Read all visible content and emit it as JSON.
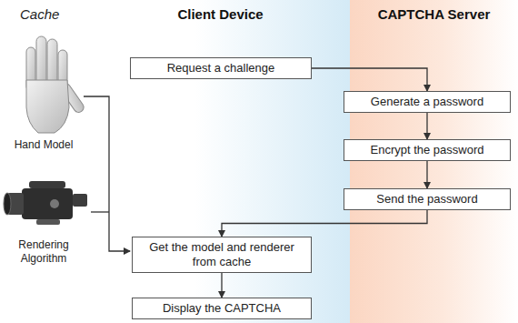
{
  "diagram": {
    "nodes": [
      {
        "text": [
          "Client Device"
        ]
      },
      {
        "text": [
          "CAPTCHA Server"
        ]
      },
      {
        "text": [
          "Request a challenge"
        ],
        "in": 0
      },
      {
        "text": [
          "Generate a password"
        ],
        "in": 1
      },
      {
        "text": [
          "Encrypt the password"
        ],
        "in": 1
      },
      {
        "text": [
          "Send the password"
        ],
        "in": 1
      },
      {
        "text": [
          "Get the model and renderer from cache"
        ],
        "in": 0
      },
      {
        "text": [
          "Display the CAPTCHA"
        ],
        "in": 0
      }
    ],
    "edges": [
      {
        "from": 2,
        "to": 3,
        "arrow": "to"
      },
      {
        "from": 3,
        "to": 4,
        "arrow": "to"
      },
      {
        "from": 4,
        "to": 5,
        "arrow": "to"
      },
      {
        "from": 5,
        "to": 6,
        "arrow": "to"
      },
      {
        "from": 6,
        "to": 7,
        "arrow": "to"
      }
    ],
    "labels": [
      "Cache",
      "Hand Model",
      "Rendering Algorithm"
    ]
  }
}
